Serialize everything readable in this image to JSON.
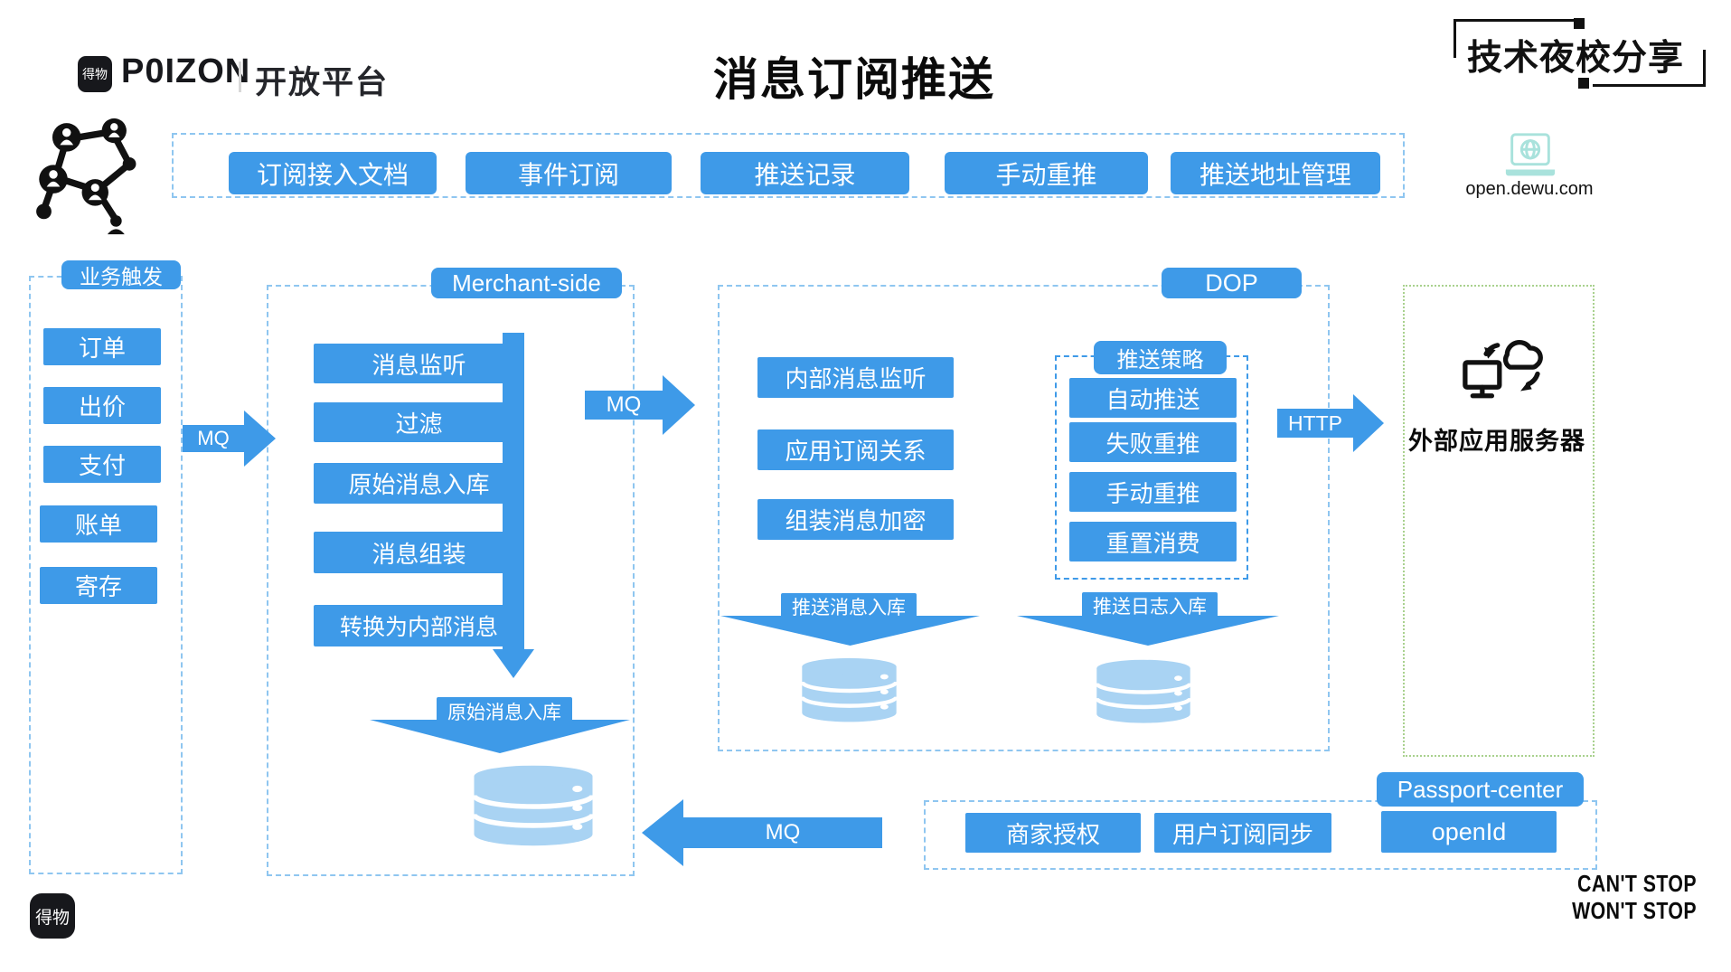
{
  "colors": {
    "primary_blue": "#3E9AE8",
    "dashed_blue": "#8FC6F0",
    "database_light_blue": "#A9D3F3",
    "green_border": "#A9D18E",
    "teal_icon": "#A9E2DC",
    "ink": "#17181C"
  },
  "header": {
    "logo_square_text": "得物",
    "wordmark": "P0IZON",
    "platform": "开放平台",
    "title": "消息订阅推送",
    "badge": "技术夜校分享",
    "site_url": "open.dewu.com"
  },
  "toolbar": {
    "buttons": [
      "订阅接入文档",
      "事件订阅",
      "推送记录",
      "手动重推",
      "推送地址管理"
    ]
  },
  "business": {
    "label": "业务触发",
    "items": [
      "订单",
      "出价",
      "支付",
      "账单",
      "寄存"
    ]
  },
  "merchant": {
    "label": "Merchant-side",
    "steps": [
      "消息监听",
      "过滤",
      "原始消息入库",
      "消息组装",
      "转换为内部消息"
    ],
    "funnel_label": "原始消息入库"
  },
  "dop": {
    "label": "DOP",
    "steps": [
      "内部消息监听",
      "应用订阅关系",
      "组装消息加密"
    ],
    "strategy": {
      "label": "推送策略",
      "items": [
        "自动推送",
        "失败重推",
        "手动重推",
        "重置消费"
      ]
    },
    "funnel_message_label": "推送消息入库",
    "funnel_log_label": "推送日志入库"
  },
  "external": {
    "label": "外部应用服务器"
  },
  "passport": {
    "label": "Passport-center",
    "items": [
      "商家授权",
      "用户订阅同步",
      "openId"
    ]
  },
  "arrows": {
    "mq_business_to_merchant": "MQ",
    "mq_merchant_to_dop": "MQ",
    "http_to_external": "HTTP",
    "mq_passport_to_db": "MQ"
  },
  "footer": {
    "slogan_line1": "CAN'T STOP",
    "slogan_line2": "WON'T STOP",
    "logo_square_text": "得物"
  }
}
